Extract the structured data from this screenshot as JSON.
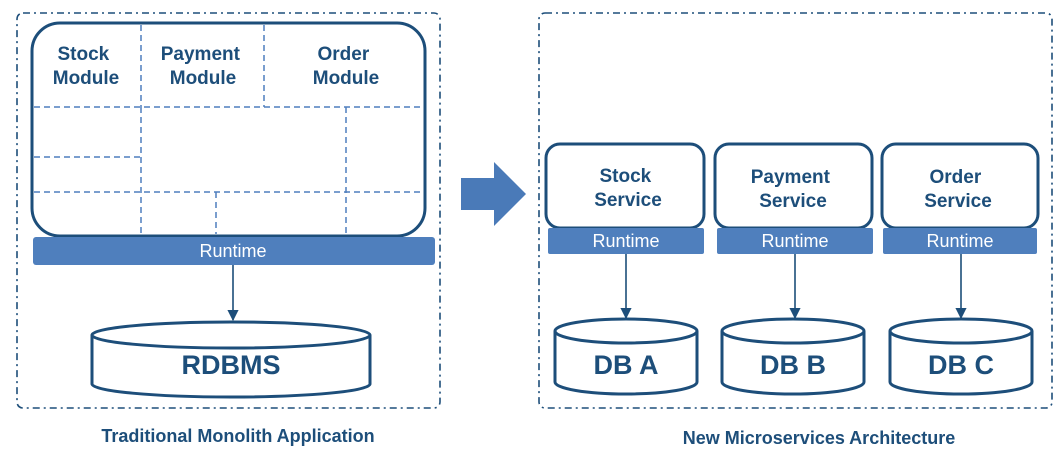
{
  "monolith": {
    "modules": [
      {
        "line1": "Stock",
        "line2": "Module"
      },
      {
        "line1": "Payment",
        "line2": "Module"
      },
      {
        "line1": "Order",
        "line2": "Module"
      }
    ],
    "runtime": "Runtime",
    "database": "RDBMS",
    "caption": "Traditional Monolith Application"
  },
  "microservices": {
    "services": [
      {
        "line1": "Stock",
        "line2": "Service",
        "runtime": "Runtime",
        "database": "DB A"
      },
      {
        "line1": "Payment",
        "line2": "Service",
        "runtime": "Runtime",
        "database": "DB B"
      },
      {
        "line1": "Order",
        "line2": "Service",
        "runtime": "Runtime",
        "database": "DB C"
      }
    ],
    "caption": "New Microservices Architecture"
  },
  "colors": {
    "dark_blue": "#1d4e7a",
    "runtime_blue": "#4f7fbd",
    "arrow_blue": "#4a7ab8"
  }
}
